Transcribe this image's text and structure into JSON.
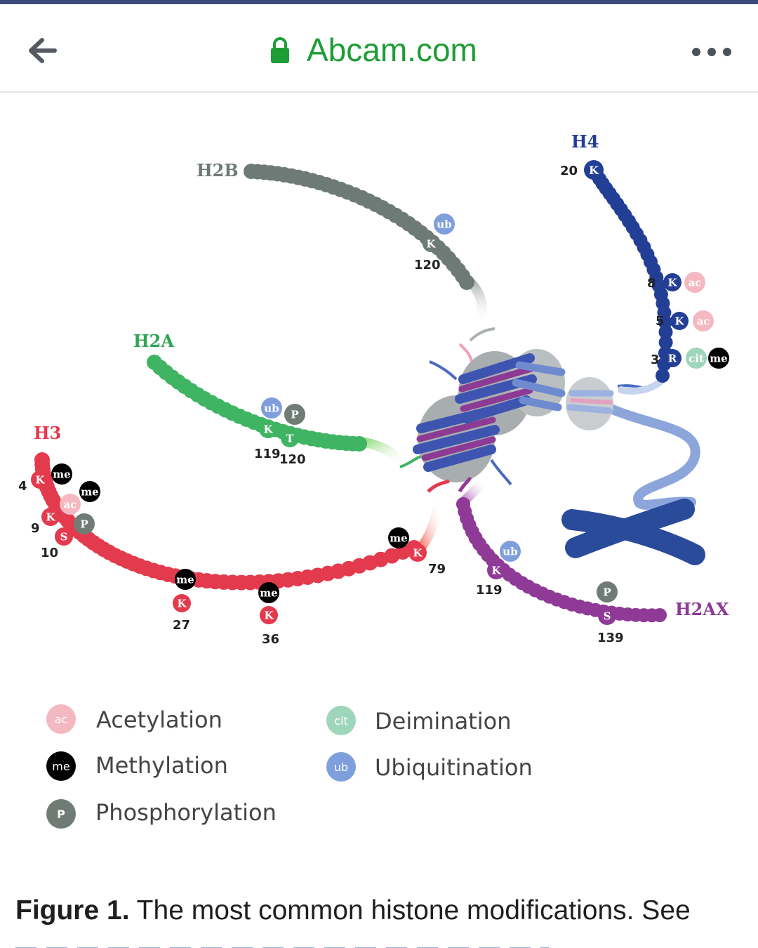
{
  "browser": {
    "domain": "Abcam.com",
    "icons": [
      "back-arrow-icon",
      "lock-icon",
      "more-options-icon"
    ],
    "accent_color": "#1e9c36"
  },
  "figure": {
    "histones": {
      "h2b": "H2B",
      "h4": "H4",
      "h2a": "H2A",
      "h3": "H3",
      "h2ax": "H2AX"
    },
    "positions": {
      "h2b_120": "120",
      "h4_20": "20",
      "h4_8": "8",
      "h4_5": "5",
      "h4_3": "3",
      "h2a_119": "119",
      "h2a_120": "120",
      "h3_4": "4",
      "h3_9": "9",
      "h3_10": "10",
      "h3_27": "27",
      "h3_36": "36",
      "h3_79": "79",
      "h2ax_119": "119",
      "h2ax_139": "139"
    },
    "residues": {
      "K": "K",
      "S": "S",
      "T": "T",
      "R": "R"
    },
    "marks": {
      "ac": "ac",
      "me": "me",
      "p": "P",
      "ub": "ub",
      "cit": "cit"
    },
    "legend": [
      {
        "abbr": "ac",
        "label": "Acetylation",
        "color": "#f4b8c1",
        "text_color": "#ffffff"
      },
      {
        "abbr": "me",
        "label": "Methylation",
        "color": "#000000",
        "text_color": "#ffffff"
      },
      {
        "abbr": "P",
        "label": "Phosphorylation",
        "color": "#6f7c75",
        "text_color": "#ffffff"
      },
      {
        "abbr": "cit",
        "label": "Deimination",
        "color": "#9fd6bb",
        "text_color": "#ffffff"
      },
      {
        "abbr": "ub",
        "label": "Ubiquitination",
        "color": "#7f9fdc",
        "text_color": "#ffffff"
      }
    ],
    "colors": {
      "h2b": "#6e7a76",
      "h4": "#233e95",
      "h2a": "#3fb463",
      "h3": "#e33a4d",
      "h2ax": "#8e3a96",
      "chromosome": "#2a4a9a",
      "dna_strand": "#8ca6dc"
    }
  },
  "caption": {
    "bold": "Figure 1.",
    "text": " The most common histone modifications. See"
  }
}
